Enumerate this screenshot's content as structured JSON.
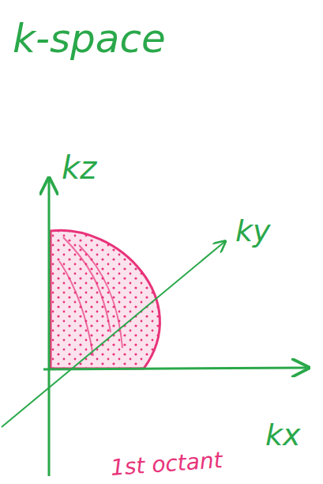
{
  "diagram": {
    "title": "k-space",
    "labels": [
      "kz",
      "ky",
      "kx",
      "1st octant"
    ]
  }
}
